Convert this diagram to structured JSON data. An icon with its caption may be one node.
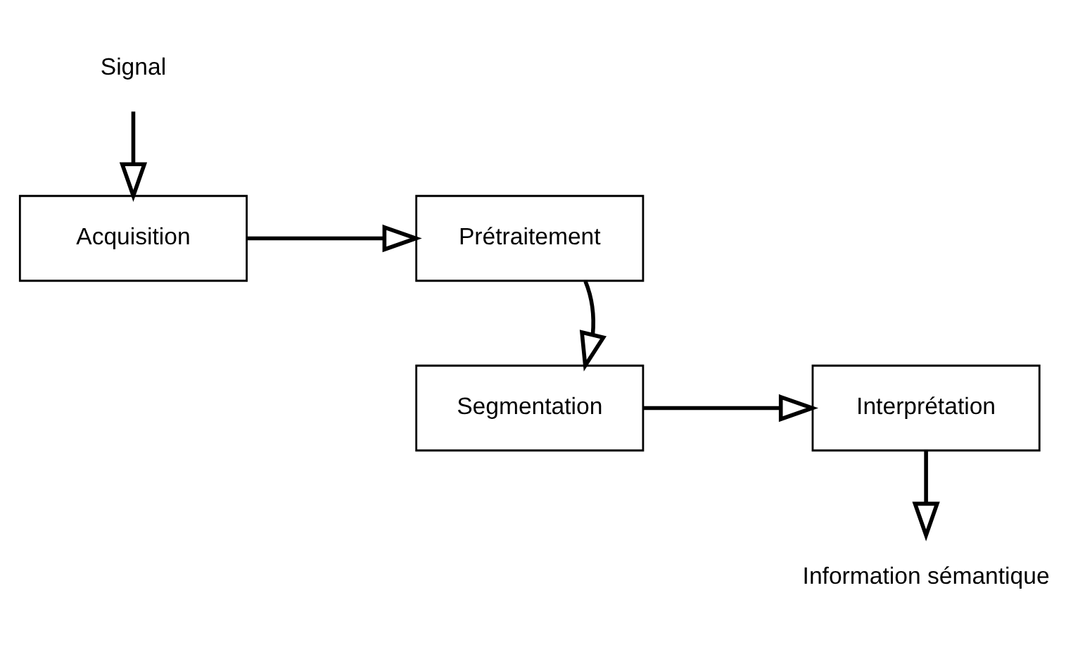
{
  "diagram": {
    "nodes": [
      {
        "text": [
          "Signal"
        ]
      },
      {
        "text": [
          "Acquisition"
        ]
      },
      {
        "text": [
          "Prétraitement"
        ]
      },
      {
        "text": [
          "Segmentation"
        ]
      },
      {
        "text": [
          "Interprétation"
        ]
      },
      {
        "text": [
          "Information sémantique"
        ]
      }
    ],
    "edges": [
      {
        "from": 0,
        "to": 1,
        "arrow": "to"
      },
      {
        "from": 1,
        "to": 2,
        "arrow": "to"
      },
      {
        "from": 2,
        "to": 3,
        "arrow": "to"
      },
      {
        "from": 3,
        "to": 4,
        "arrow": "to"
      },
      {
        "from": 4,
        "to": 5,
        "arrow": "to"
      }
    ]
  }
}
